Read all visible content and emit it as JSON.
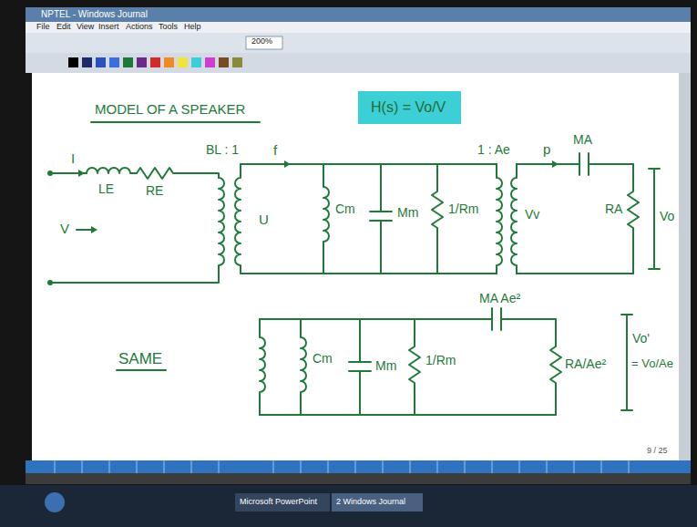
{
  "diagram": {
    "title": "MODEL OF A SPEAKER",
    "nodes": [
      {
        "text": [
          "H(s) = Vo/V"
        ]
      }
    ],
    "labels": [
      "NPTEL - Windows Journal",
      "File",
      "Edit",
      "View",
      "Insert",
      "Actions",
      "Tools",
      "Help",
      "200%",
      "I",
      "V",
      "LE",
      "RE",
      "BL : 1",
      "f",
      "U",
      "Cm",
      "Mm",
      "1/Rm",
      "1 : Ae",
      "Vv",
      "p",
      "MA",
      "RA",
      "Vo",
      "SAME",
      "Cm",
      "Mm",
      "1/Rm",
      "MA Ae²",
      "RA/Ae²",
      "Vo'",
      "= Vo/Ae",
      "9 / 25",
      "Microsoft PowerPoint",
      "2 Windows Journal"
    ]
  }
}
